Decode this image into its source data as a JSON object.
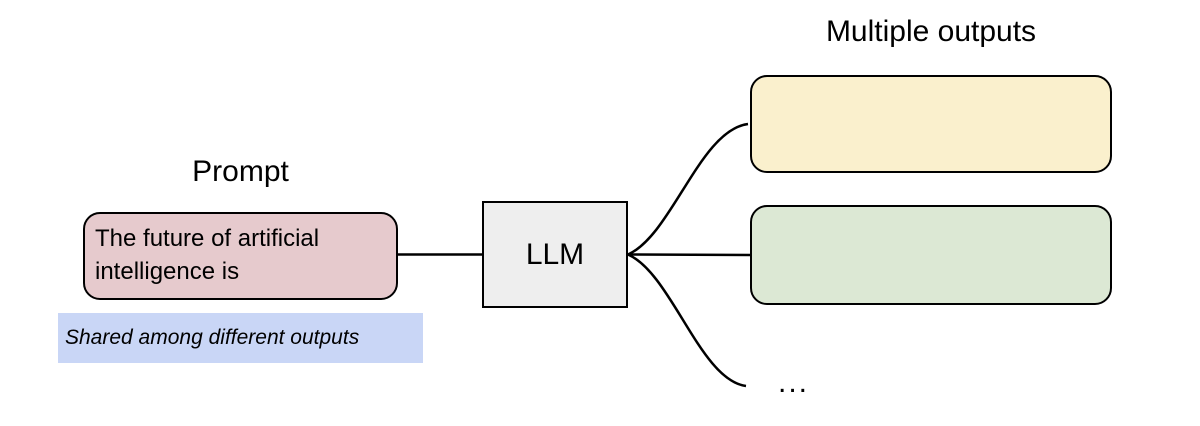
{
  "prompt": {
    "title": "Prompt",
    "text": "The future of artificial intelligence is",
    "note": "Shared among different outputs"
  },
  "model": {
    "label": "LLM"
  },
  "outputs": {
    "title": "Multiple outputs",
    "ellipsis": "..."
  },
  "colors": {
    "background": "#ffffff",
    "prompt_fill": "#e6cacd",
    "note_fill": "#c9d6f6",
    "model_fill": "#eeeeee",
    "output1_fill": "#faf0cd",
    "output2_fill": "#dce8d4",
    "stroke": "#000000",
    "text": "#000000"
  }
}
